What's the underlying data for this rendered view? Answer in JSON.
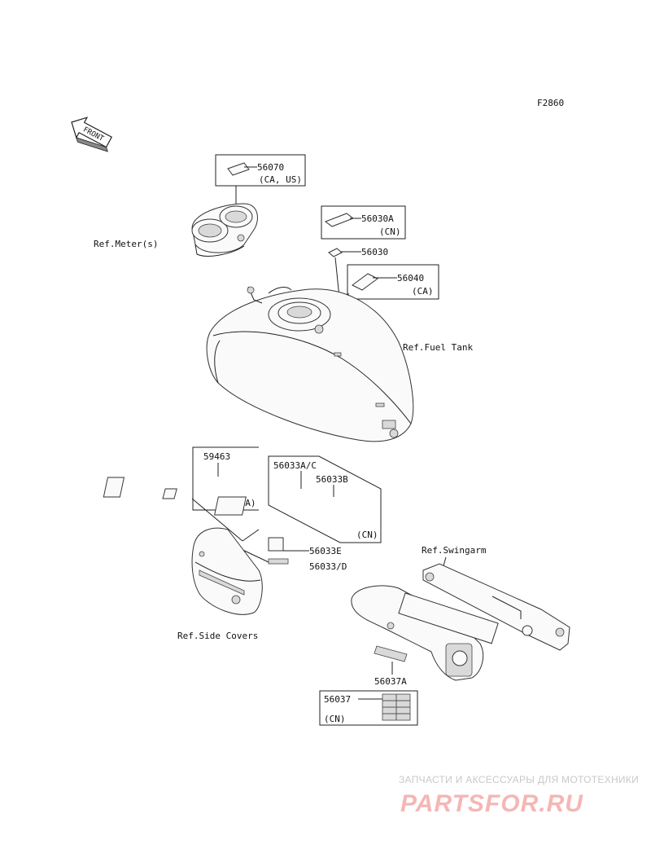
{
  "figure_code": "F2860",
  "front_label": "FRONT",
  "refs": {
    "meter": "Ref.Meter(s)",
    "fuel_tank": "Ref.Fuel Tank",
    "side_covers": "Ref.Side Covers",
    "swingarm": "Ref.Swingarm"
  },
  "parts": {
    "p56070": "56070",
    "p56070_note": "(CA, US)",
    "p56030A": "56030A",
    "p56030A_note": "(CN)",
    "p56030": "56030",
    "p56040": "56040",
    "p56040_note": "(CA)",
    "p59463": "59463",
    "p59463_note": "(CA)",
    "p56033AC": "56033A/C",
    "p56033B": "56033B",
    "p56033B_note": "(CN)",
    "p56033E": "56033E",
    "p56033D": "56033/D",
    "p56037A": "56037A",
    "p56037": "56037",
    "p56037_note": "(CN)"
  },
  "watermark": {
    "tagline": "ЗАПЧАСТИ И АКСЕССУАРЫ ДЛЯ МОТОТЕХНИКИ",
    "brand": "PARTSFOR.RU"
  }
}
